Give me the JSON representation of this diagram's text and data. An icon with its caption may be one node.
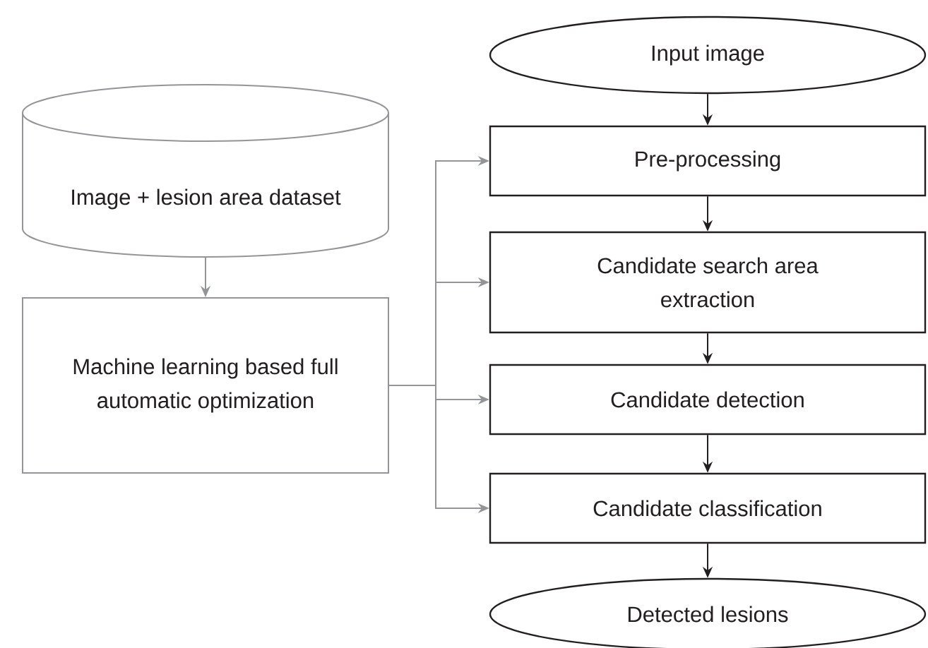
{
  "diagram": {
    "nodes": [
      {
        "text": [
          "Input image"
        ]
      },
      {
        "text": [
          "Pre-processing"
        ]
      },
      {
        "text": [
          "Candidate search area extraction"
        ]
      },
      {
        "text": [
          "Candidate detection"
        ]
      },
      {
        "text": [
          "Candidate classification"
        ]
      },
      {
        "text": [
          "Detected lesions"
        ]
      },
      {
        "text": [
          "Image + lesion area dataset"
        ]
      },
      {
        "text": [
          "Machine learning based full automatic optimization"
        ]
      }
    ],
    "edges": [
      {
        "from": 0,
        "to": 1,
        "arrow": "to"
      },
      {
        "from": 1,
        "to": 2,
        "arrow": "to"
      },
      {
        "from": 2,
        "to": 3,
        "arrow": "to"
      },
      {
        "from": 3,
        "to": 4,
        "arrow": "to"
      },
      {
        "from": 4,
        "to": 5,
        "arrow": "to"
      },
      {
        "from": 6,
        "to": 7,
        "arrow": "to",
        "color": "#939598"
      },
      {
        "from": 7,
        "to": 1,
        "arrow": "to",
        "color": "#939598"
      },
      {
        "from": 7,
        "to": 2,
        "arrow": "to",
        "color": "#939598"
      },
      {
        "from": 7,
        "to": 3,
        "arrow": "to",
        "color": "#939598"
      },
      {
        "from": 7,
        "to": 4,
        "arrow": "to",
        "color": "#939598"
      }
    ]
  }
}
